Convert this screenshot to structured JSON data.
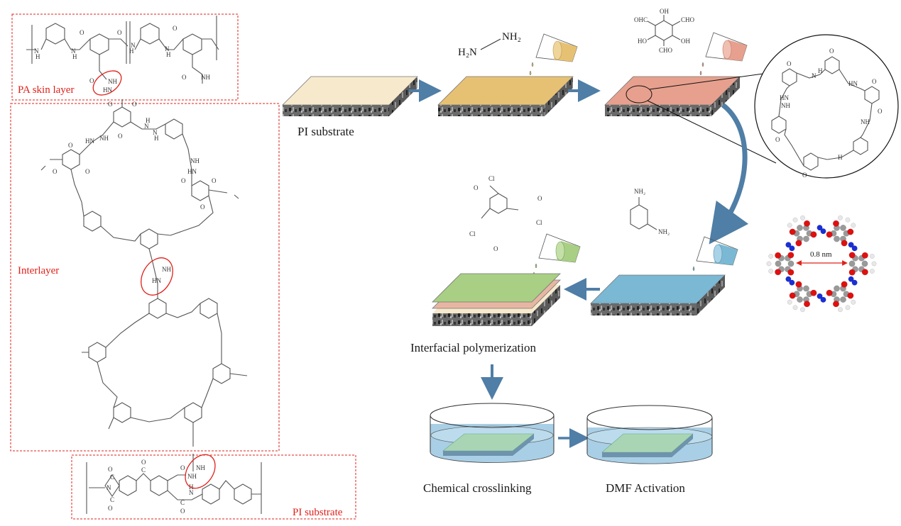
{
  "figure": {
    "title": "Fabrication scheme of PA / hydrazone-COF interlayer / PI composite membrane",
    "colors": {
      "annotation_red": "#e0201a",
      "arrow_blue": "#4f7ea6",
      "pi_substrate_top": "#f7e9cc",
      "hydrazine_layer": "#e7c173",
      "tp_layer": "#e7a08e",
      "mpd_layer": "#7ab8d4",
      "tmc_layer": "#a8cf83",
      "dish_water": "#a9cfe6",
      "atom_oxygen": "#e01010",
      "atom_nitrogen": "#1a2fd6",
      "atom_carbon": "#9a9a9a",
      "atom_hydrogen": "#e8e8e8"
    }
  },
  "left_panel": {
    "pa_label": "PA skin layer",
    "interlayer_label": "Interlayer",
    "pi_label": "PI substrate",
    "pa_atoms": [
      "N",
      "H",
      "O",
      "N",
      "H",
      "O",
      "N",
      "H",
      "N",
      "H",
      "O",
      "O",
      "NH",
      "O",
      "NH",
      "HN"
    ],
    "interlayer_atoms": [
      "O",
      "O",
      "O",
      "H",
      "N",
      "N",
      "H",
      "HN",
      "NH",
      "NH",
      "HN",
      "O",
      "O",
      "O",
      "O",
      "O",
      "O",
      "NH",
      "HN"
    ],
    "pi_atoms": [
      "O",
      "C",
      "N",
      "C",
      "O",
      "O",
      "C",
      "O",
      "NH",
      "NH",
      "H",
      "N",
      "C",
      "O"
    ]
  },
  "process": {
    "step1": {
      "label": "PI substrate"
    },
    "step2": {
      "reagent": "H₂N–NH₂",
      "reagent_left": "H₂N",
      "reagent_right": "NH₂"
    },
    "step3": {
      "substituents": [
        "OH",
        "OHC",
        "CHO",
        "HO",
        "OH",
        "CHO"
      ]
    },
    "step4": {
      "reagent_top": "NH₂",
      "reagent_bottom": "NH₂"
    },
    "step5": {
      "label": "Interfacial polymerization",
      "substituents": [
        "Cl",
        "O",
        "O",
        "Cl",
        "Cl",
        "O"
      ]
    },
    "step6": {
      "label": "Chemical crosslinking"
    },
    "step7": {
      "label": "DMF Activation"
    }
  },
  "zoom_circle": {
    "atoms": [
      "O",
      "O",
      "O",
      "O",
      "HN",
      "NH",
      "H",
      "N",
      "H",
      "HN",
      "NH",
      "O",
      "O"
    ]
  },
  "pore_model": {
    "pore_size": "0.8 nm"
  }
}
